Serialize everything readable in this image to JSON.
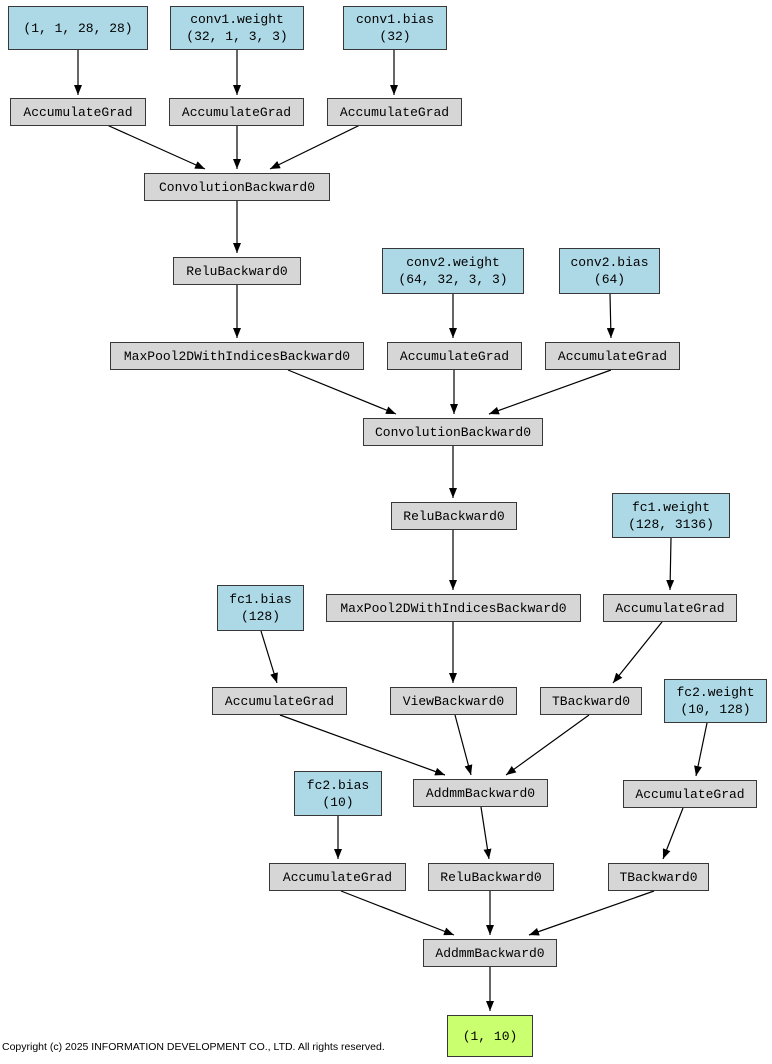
{
  "nodes": {
    "input": {
      "label": "(1, 1, 28, 28)"
    },
    "conv1_weight": {
      "name": "conv1.weight",
      "shape": "(32, 1, 3, 3)"
    },
    "conv1_bias": {
      "name": "conv1.bias",
      "shape": "(32)"
    },
    "accumulate_grad_1": {
      "label": "AccumulateGrad"
    },
    "accumulate_grad_2": {
      "label": "AccumulateGrad"
    },
    "accumulate_grad_3": {
      "label": "AccumulateGrad"
    },
    "conv_backward_1": {
      "label": "ConvolutionBackward0"
    },
    "relu_backward_1": {
      "label": "ReluBackward0"
    },
    "maxpool_backward_1": {
      "label": "MaxPool2DWithIndicesBackward0"
    },
    "conv2_weight": {
      "name": "conv2.weight",
      "shape": "(64, 32, 3, 3)"
    },
    "conv2_bias": {
      "name": "conv2.bias",
      "shape": "(64)"
    },
    "accumulate_grad_4": {
      "label": "AccumulateGrad"
    },
    "accumulate_grad_5": {
      "label": "AccumulateGrad"
    },
    "conv_backward_2": {
      "label": "ConvolutionBackward0"
    },
    "relu_backward_2": {
      "label": "ReluBackward0"
    },
    "fc1_weight": {
      "name": "fc1.weight",
      "shape": "(128, 3136)"
    },
    "fc1_bias": {
      "name": "fc1.bias",
      "shape": "(128)"
    },
    "maxpool_backward_2": {
      "label": "MaxPool2DWithIndicesBackward0"
    },
    "accumulate_grad_6": {
      "label": "AccumulateGrad"
    },
    "accumulate_grad_7": {
      "label": "AccumulateGrad"
    },
    "view_backward": {
      "label": "ViewBackward0"
    },
    "t_backward_1": {
      "label": "TBackward0"
    },
    "fc2_weight": {
      "name": "fc2.weight",
      "shape": "(10, 128)"
    },
    "fc2_bias": {
      "name": "fc2.bias",
      "shape": "(10)"
    },
    "addmm_backward_1": {
      "label": "AddmmBackward0"
    },
    "accumulate_grad_8": {
      "label": "AccumulateGrad"
    },
    "accumulate_grad_9": {
      "label": "AccumulateGrad"
    },
    "relu_backward_3": {
      "label": "ReluBackward0"
    },
    "t_backward_2": {
      "label": "TBackward0"
    },
    "addmm_backward_2": {
      "label": "AddmmBackward0"
    },
    "output": {
      "label": "(1, 10)"
    }
  },
  "colors": {
    "param_fill": "#add8e6",
    "op_fill": "#d6d6d6",
    "output_fill": "#caff70",
    "border": "#383838",
    "edge": "#000000"
  },
  "footer": {
    "copyright": "Copyright (c) 2025 INFORMATION DEVELOPMENT CO., LTD. All rights reserved."
  }
}
